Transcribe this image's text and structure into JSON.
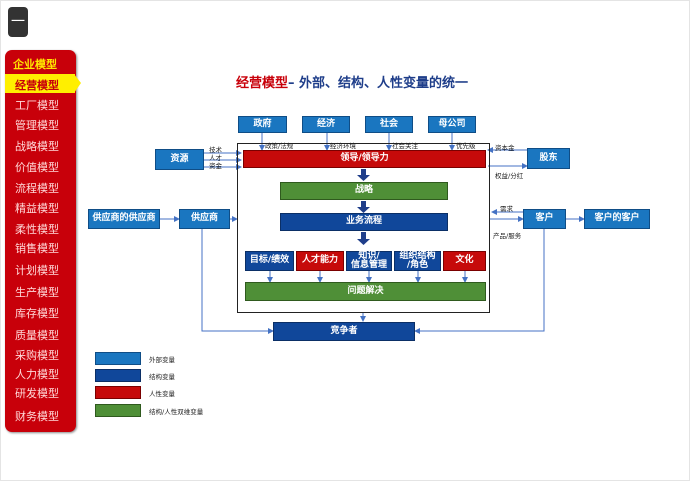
{
  "page_badge": "一",
  "sidebar": {
    "title": "企业模型",
    "items": [
      {
        "label": "经营模型",
        "active": true
      },
      {
        "label": "工厂模型"
      },
      {
        "label": "管理模型"
      },
      {
        "label": "战略模型"
      },
      {
        "label": "价值模型"
      },
      {
        "label": "流程模型"
      },
      {
        "label": "精益模型"
      },
      {
        "label": "柔性模型"
      },
      {
        "label": "销售模型"
      },
      {
        "label": "计划模型"
      },
      {
        "label": "生产模型"
      },
      {
        "label": "库存模型"
      },
      {
        "label": "质量模型"
      },
      {
        "label": "采购模型"
      },
      {
        "label": "人力模型"
      },
      {
        "label": "研发模型"
      },
      {
        "label": "财务模型"
      }
    ]
  },
  "diagram": {
    "title_part1": "经营模型",
    "title_part2": "– 外部、结构、人性变量的统一",
    "top_boxes": [
      "政府",
      "经济",
      "社会",
      "母公司"
    ],
    "top_labels": [
      "政策/法规",
      "经济环境",
      "社会关注",
      "优先级"
    ],
    "resource": "资源",
    "resource_labels": [
      "技术",
      "人才",
      "资金"
    ],
    "shareholder": "股东",
    "shareholder_labels": [
      "资本金",
      "权益/分红"
    ],
    "leadership": "领导/领导力",
    "strategy": "战略",
    "business_process": "业务流程",
    "elements": {
      "goals": "目标/绩效",
      "talent": "人才能力",
      "knowledge": "知识/\n信息管理",
      "org": "组织结构\n/角色",
      "culture": "文化"
    },
    "problem_solving": "问题解决",
    "supplier_supplier": "供应商的供应商",
    "supplier": "供应商",
    "customer": "客户",
    "customer_customer": "客户的客户",
    "customer_labels": [
      "需求",
      "产品/服务"
    ],
    "competitor": "竞争者"
  },
  "legend": [
    {
      "label": "外部变量",
      "color": "#1a76c0"
    },
    {
      "label": "结构变量",
      "color": "#10479a"
    },
    {
      "label": "人性变量",
      "color": "#c60a0a"
    },
    {
      "label": "结构/人性双维变量",
      "color": "#4f8f37"
    }
  ]
}
